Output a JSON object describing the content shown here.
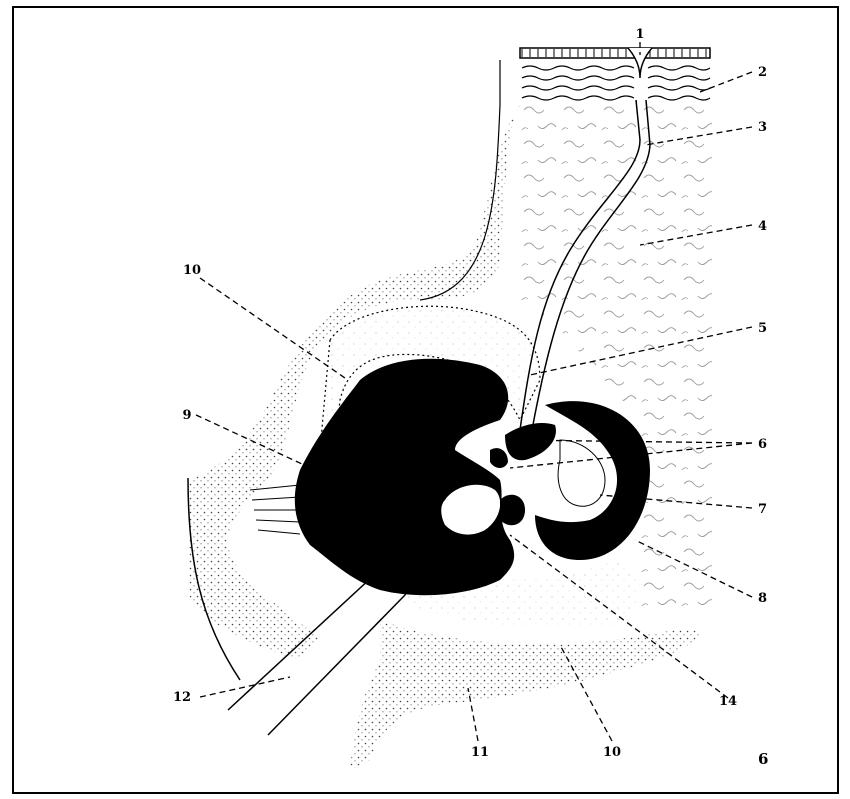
{
  "figure": {
    "labels": {
      "l1": "1",
      "l2": "2",
      "l3": "3",
      "l4": "4",
      "l5": "5",
      "l6": "6",
      "l7": "7",
      "l8": "8",
      "l9": "9",
      "l10_top": "10",
      "l10_bottom": "10",
      "l11": "11",
      "l12": "12",
      "l14": "14",
      "panel": "6"
    },
    "colors": {
      "ink": "#000000",
      "paper": "#ffffff",
      "stipple": "#555555"
    }
  }
}
